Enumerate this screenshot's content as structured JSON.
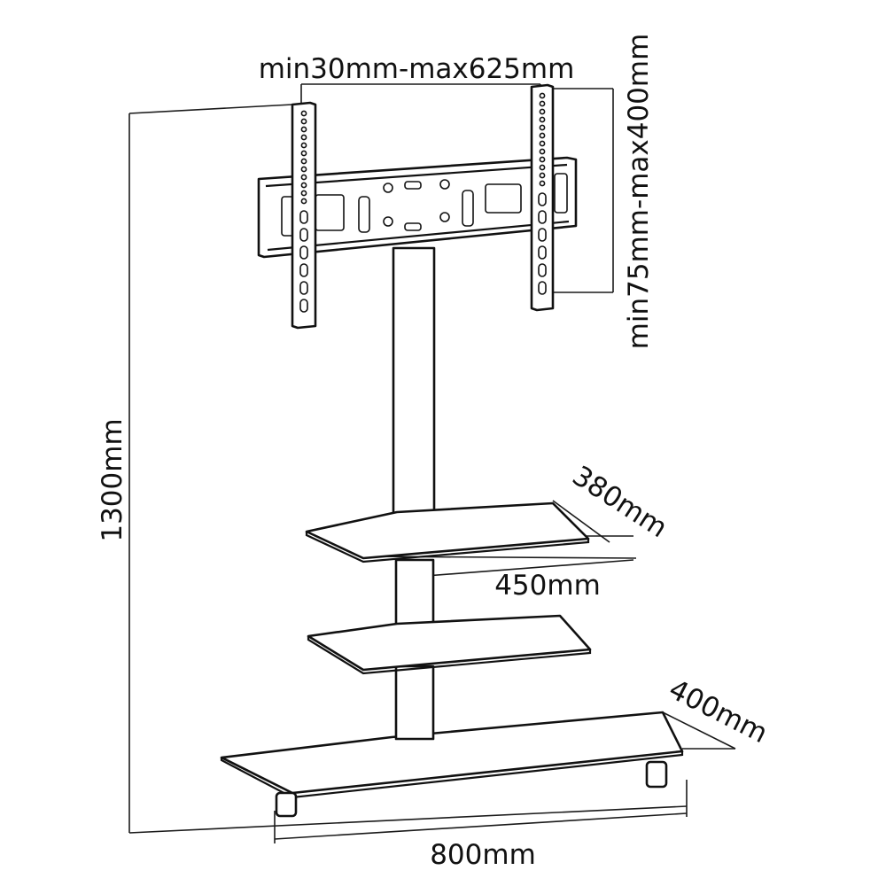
{
  "labels": {
    "width_range": "min30mm-max625mm",
    "height_range": "min75mm-max400mm",
    "total_height": "1300mm",
    "shelf_depth": "380mm",
    "shelf_width": "450mm",
    "base_depth": "400mm",
    "base_width": "800mm"
  },
  "colors": {
    "line": "#111111",
    "background": "#ffffff"
  }
}
